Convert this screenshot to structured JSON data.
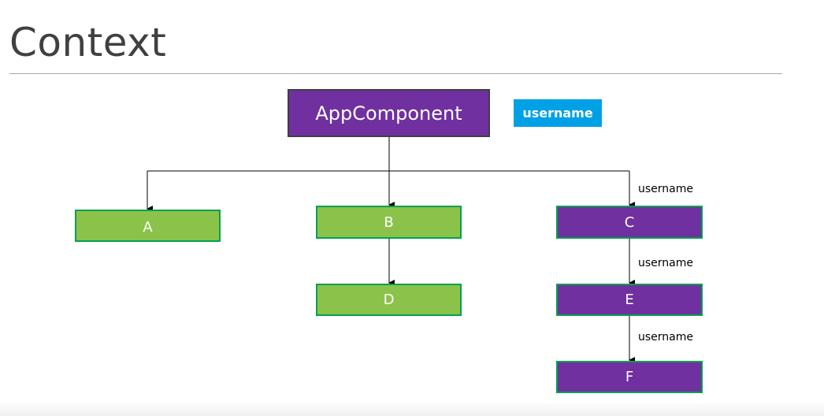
{
  "title": "Context",
  "root": {
    "label": "AppComponent"
  },
  "badge": {
    "label": "username"
  },
  "nodes": {
    "a": "A",
    "b": "B",
    "c": "C",
    "d": "D",
    "e": "E",
    "f": "F"
  },
  "edge_labels": {
    "root_to_c": "username",
    "c_to_e": "username",
    "e_to_f": "username"
  },
  "colors": {
    "purple": "#7030a0",
    "green": "#8bc34a",
    "green_border": "#00a050",
    "badge_blue": "#00a0e6"
  }
}
